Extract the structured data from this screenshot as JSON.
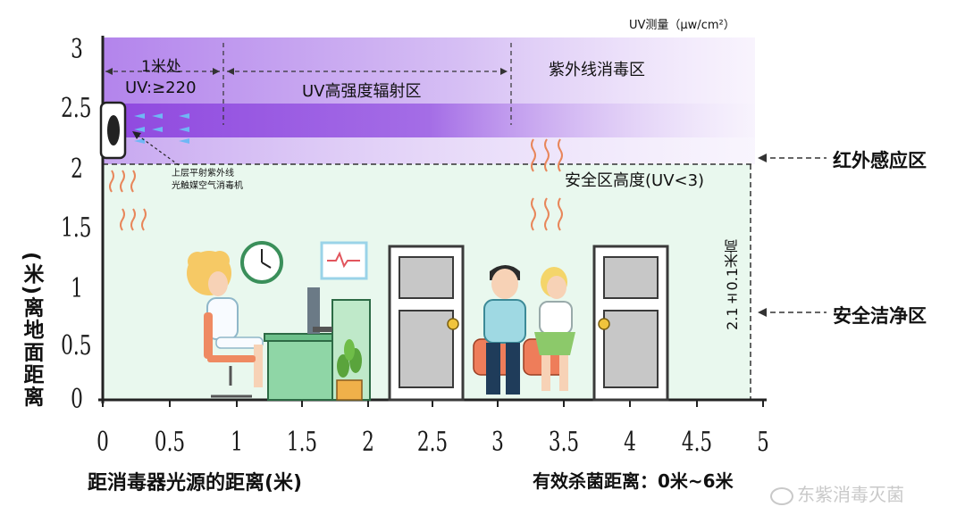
{
  "uv_unit": "UV测量（μw/cm²）",
  "y_axis_title": "(米)离地面距离",
  "x_axis_title": "距消毒器光源的距离(米)",
  "effective_range": "有效杀菌距离：0米~6米",
  "watermark": "东紫消毒灭菌",
  "y_ticks": [
    "0",
    "0.5",
    "1",
    "1.5",
    "2",
    "2.5",
    "3"
  ],
  "x_ticks": [
    "0",
    "0.5",
    "1",
    "1.5",
    "2",
    "2.5",
    "3",
    "3.5",
    "4",
    "4.5",
    "5"
  ],
  "zones": {
    "one_meter": "1米处",
    "uv_value": "UV:≥220",
    "high_intensity": "UV高强度辐射区",
    "uv_disinfect": "紫外线消毒区",
    "safe_height": "安全区高度(UV<3)",
    "infrared": "红外感应区",
    "clean": "安全洁净区",
    "height_note": "2.1±0.1米高"
  },
  "device_caption_1": "上层平射紫外线",
  "device_caption_2": "光触媒空气消毒机",
  "colors": {
    "uv_purple": "#9b59e0",
    "safe_green": "#e8f8ec",
    "axis": "#222222"
  }
}
